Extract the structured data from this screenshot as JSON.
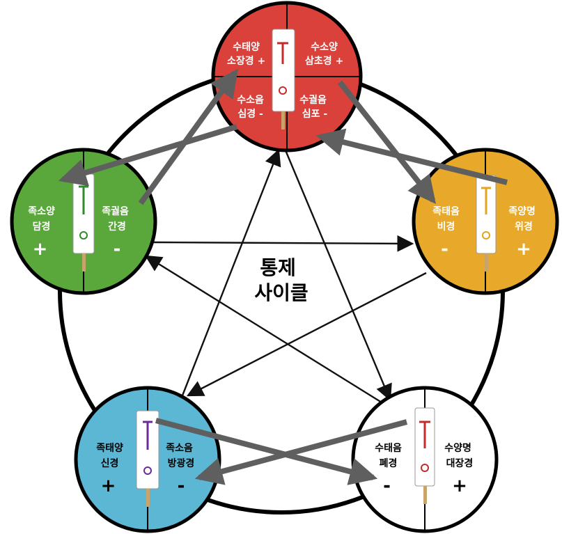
{
  "center_title": [
    "통제",
    "사이클"
  ],
  "colors": {
    "fire": "#d9413a",
    "wood": "#5aa83c",
    "earth": "#e8a82a",
    "water": "#5bb7d4",
    "metal": "#ffffff",
    "cycle_arrow": "#5f5f5f",
    "star_arrow": "#111111"
  },
  "nodes": {
    "fire": {
      "top_left": [
        "수태양",
        "소장경 +"
      ],
      "top_right": [
        "수소양",
        "삼초경 +"
      ],
      "bottom_left": [
        "수소음",
        "심경 -"
      ],
      "bottom_right": [
        "수궐음",
        "심포 -"
      ]
    },
    "wood": {
      "left": [
        "족소양",
        "담경"
      ],
      "right": [
        "족궐음",
        "간경"
      ],
      "left_sign": "+",
      "right_sign": "-"
    },
    "earth": {
      "left": [
        "족태음",
        "비경"
      ],
      "right": [
        "족양명",
        "위경"
      ],
      "left_sign": "-",
      "right_sign": "+"
    },
    "water": {
      "left": [
        "족태양",
        "신경"
      ],
      "right": [
        "족소음",
        "방광경"
      ],
      "left_sign": "+",
      "right_sign": "-"
    },
    "metal": {
      "left": [
        "수태음",
        "폐경"
      ],
      "right": [
        "수양명",
        "대장경"
      ],
      "left_sign": "-",
      "right_sign": "+"
    }
  }
}
